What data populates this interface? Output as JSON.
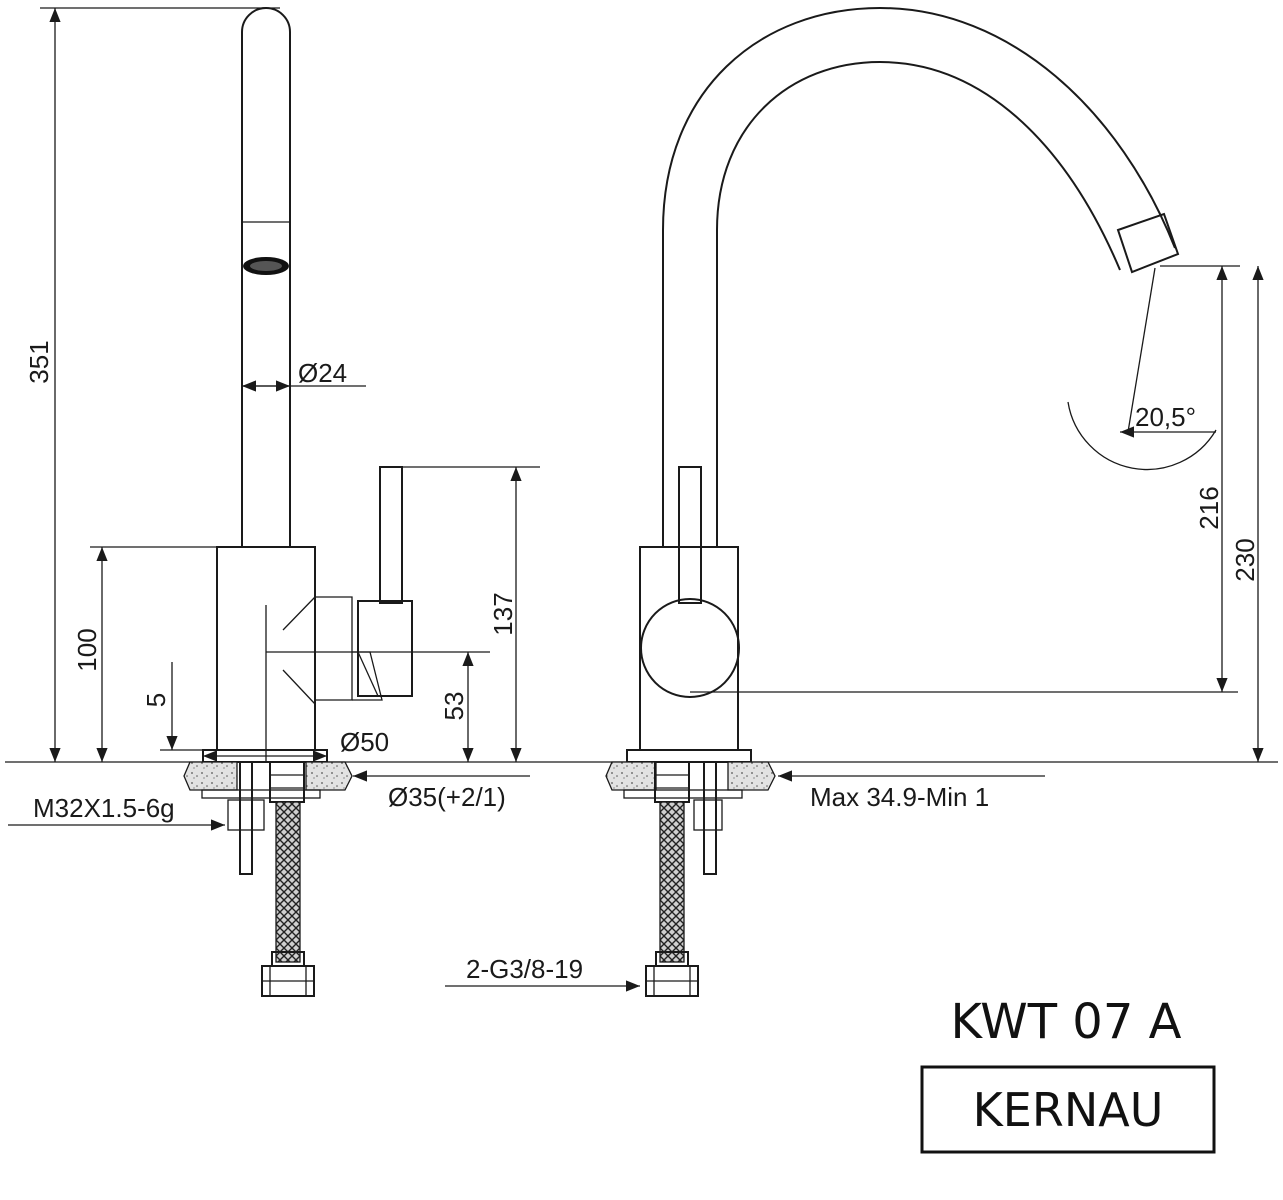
{
  "dimensions": {
    "total_height": "351",
    "spout_diameter": "Ø24",
    "body_height": "100",
    "base_offset": "5",
    "handle_height": "137",
    "handle_axis_height": "53",
    "base_diameter": "Ø50",
    "hole_diameter": "Ø35(+2/1)",
    "thread": "M32X1.5-6g",
    "countertop": "Max 34.9-Min 1",
    "hose_connection": "2-G3/8-19",
    "spout_angle": "20,5°",
    "outlet_height": "216",
    "spout_height": "230"
  },
  "title_block": {
    "model": "KWT 07 A",
    "brand": "KERNAU"
  }
}
